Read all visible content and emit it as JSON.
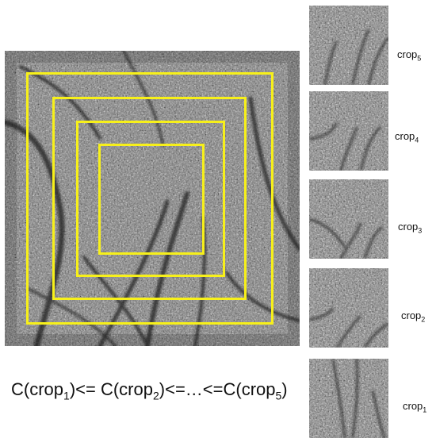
{
  "main_image": {
    "name": "retina-image",
    "crop_boxes": [
      "crop_5",
      "crop_4",
      "crop_3",
      "crop_2"
    ],
    "box_color": "#f7f01a"
  },
  "crops": [
    {
      "base": "crop",
      "sub": "5"
    },
    {
      "base": "crop",
      "sub": "4"
    },
    {
      "base": "crop",
      "sub": "3"
    },
    {
      "base": "crop",
      "sub": "2"
    },
    {
      "base": "crop",
      "sub": "1"
    }
  ],
  "formula": {
    "p1": "C(crop",
    "s1": "1",
    "p2": ")<= C(crop",
    "s2": "2",
    "p3": ")<=…<=C(crop",
    "s3": "5",
    "p4": ")"
  }
}
